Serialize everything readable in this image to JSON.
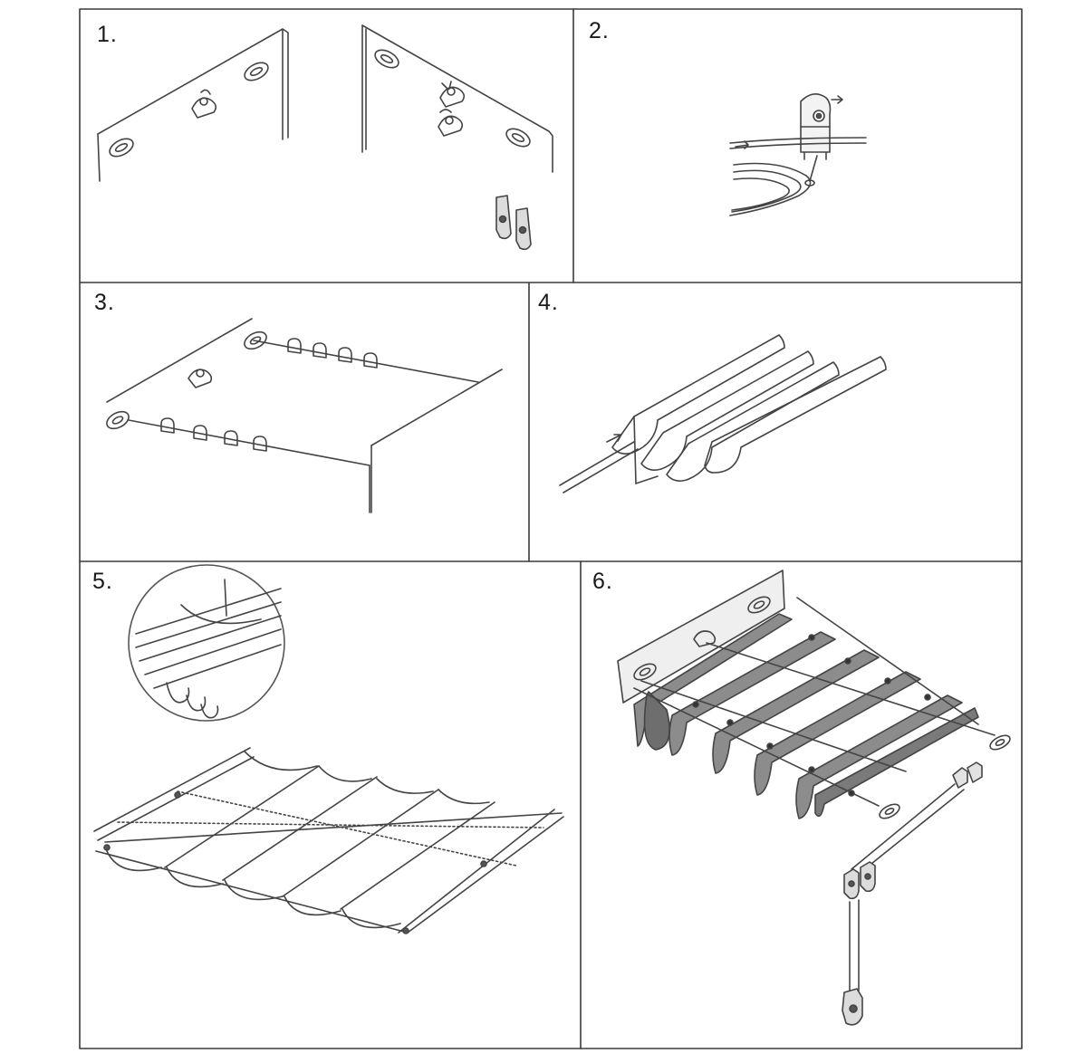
{
  "steps": [
    {
      "number": "1.",
      "icons": [
        "wall-plate-icon",
        "eye-bracket-icon",
        "pulley-bracket-icon",
        "cleat-hook-icon"
      ]
    },
    {
      "number": "2.",
      "icons": [
        "rope-pulley-icon",
        "wire-loop-icon"
      ]
    },
    {
      "number": "3.",
      "icons": [
        "wire-with-clips-icon",
        "pergola-frame-icon"
      ]
    },
    {
      "number": "4.",
      "icons": [
        "wave-canopy-panels-icon",
        "wire-insert-arrow-icon"
      ]
    },
    {
      "number": "5.",
      "icons": [
        "detail-magnifier-icon",
        "assembled-canopy-frame-icon"
      ]
    },
    {
      "number": "6.",
      "icons": [
        "wall-mount-icon",
        "shaded-canopy-icon",
        "support-post-icon"
      ]
    }
  ],
  "colors": {
    "border": "#3a3a3a",
    "line": "#444444",
    "fabric": "#8c8c8c",
    "fabric_dark": "#6e6e6e",
    "background": "#ffffff"
  }
}
